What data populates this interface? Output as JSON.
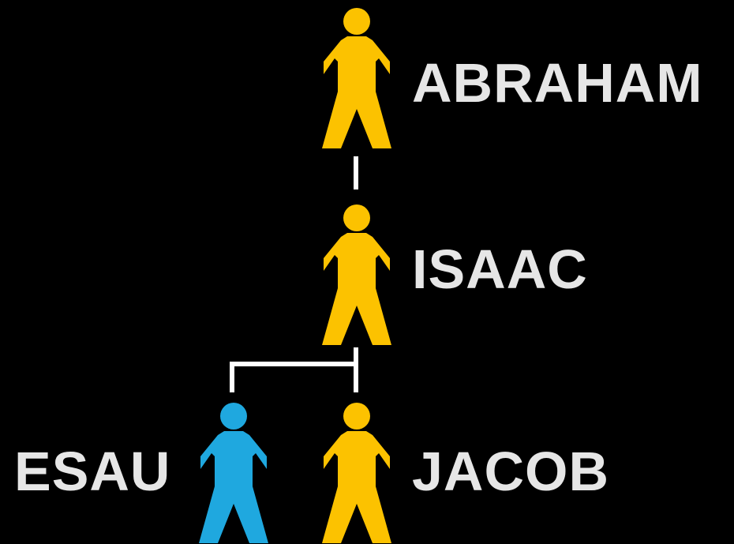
{
  "diagram": {
    "nodes": [
      {
        "id": "abraham",
        "label": "ABRAHAM",
        "color": "#fcc200"
      },
      {
        "id": "isaac",
        "label": "ISAAC",
        "color": "#fcc200"
      },
      {
        "id": "esau",
        "label": "ESAU",
        "color": "#1fa8df"
      },
      {
        "id": "jacob",
        "label": "JACOB",
        "color": "#fcc200"
      }
    ],
    "edges": [
      {
        "from": "abraham",
        "to": "isaac"
      },
      {
        "from": "isaac",
        "to": "esau"
      },
      {
        "from": "isaac",
        "to": "jacob"
      }
    ]
  }
}
